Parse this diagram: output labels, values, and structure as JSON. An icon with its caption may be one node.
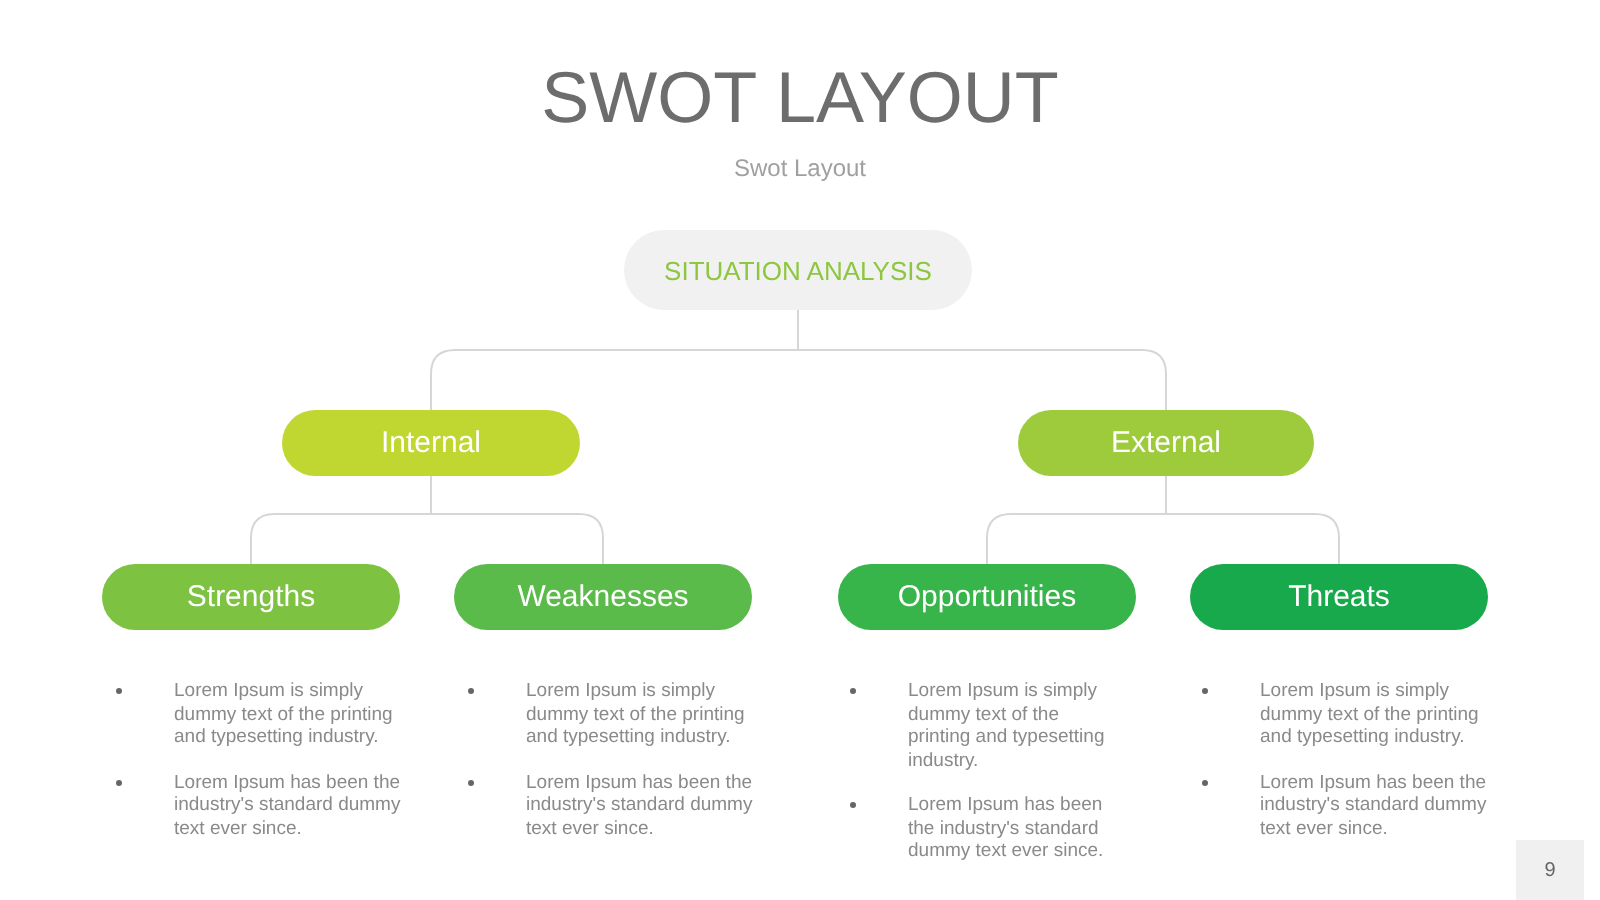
{
  "diagram": {
    "title": "SWOT LAYOUT",
    "nodes": [
      {
        "text": [
          "SITUATION ANALYSIS"
        ]
      },
      {
        "text": [
          "Internal"
        ]
      },
      {
        "text": [
          "External"
        ]
      },
      {
        "text": [
          "Strengths"
        ],
        "beside": [
          "Lorem Ipsum is simply dummy text of the printing and typesetting industry.",
          "Lorem Ipsum has been the industry's standard dummy text ever since."
        ]
      },
      {
        "text": [
          "Weaknesses"
        ],
        "beside": [
          "Lorem Ipsum is simply dummy text of the printing and typesetting industry.",
          "Lorem Ipsum has been the industry's standard dummy text ever since."
        ]
      },
      {
        "text": [
          "Opportunities"
        ],
        "beside": [
          "Lorem Ipsum is simply dummy text of the printing and typesetting industry.",
          "Lorem Ipsum has been the industry's standard dummy text ever since."
        ]
      },
      {
        "text": [
          "Threats"
        ],
        "beside": [
          "Lorem Ipsum is simply dummy text of the printing and typesetting industry.",
          "Lorem Ipsum has been the industry's standard dummy text ever since."
        ]
      }
    ],
    "edges": [
      {
        "from": 0,
        "to": 1,
        "arrow": "none"
      },
      {
        "from": 0,
        "to": 2,
        "arrow": "none"
      },
      {
        "from": 1,
        "to": 3,
        "arrow": "none"
      },
      {
        "from": 1,
        "to": 4,
        "arrow": "none"
      },
      {
        "from": 2,
        "to": 5,
        "arrow": "none"
      },
      {
        "from": 2,
        "to": 6,
        "arrow": "none"
      }
    ],
    "labels": [
      "Swot Layout",
      "9"
    ]
  }
}
